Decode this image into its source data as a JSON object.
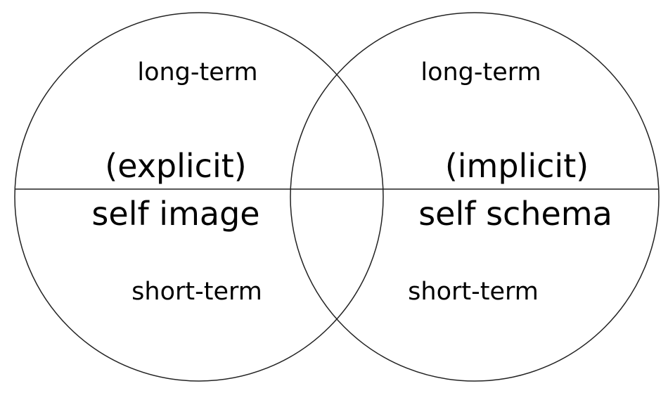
{
  "colors": {
    "stroke": "#222222",
    "text": "#000000",
    "background": "#ffffff"
  },
  "left_circle": {
    "top_label": "long-term",
    "mid_label": "(explicit)",
    "name_label": "self image",
    "bottom_label": "short-term"
  },
  "right_circle": {
    "top_label": "long-term",
    "mid_label": "(implicit)",
    "name_label": "self schema",
    "bottom_label": "short-term"
  }
}
